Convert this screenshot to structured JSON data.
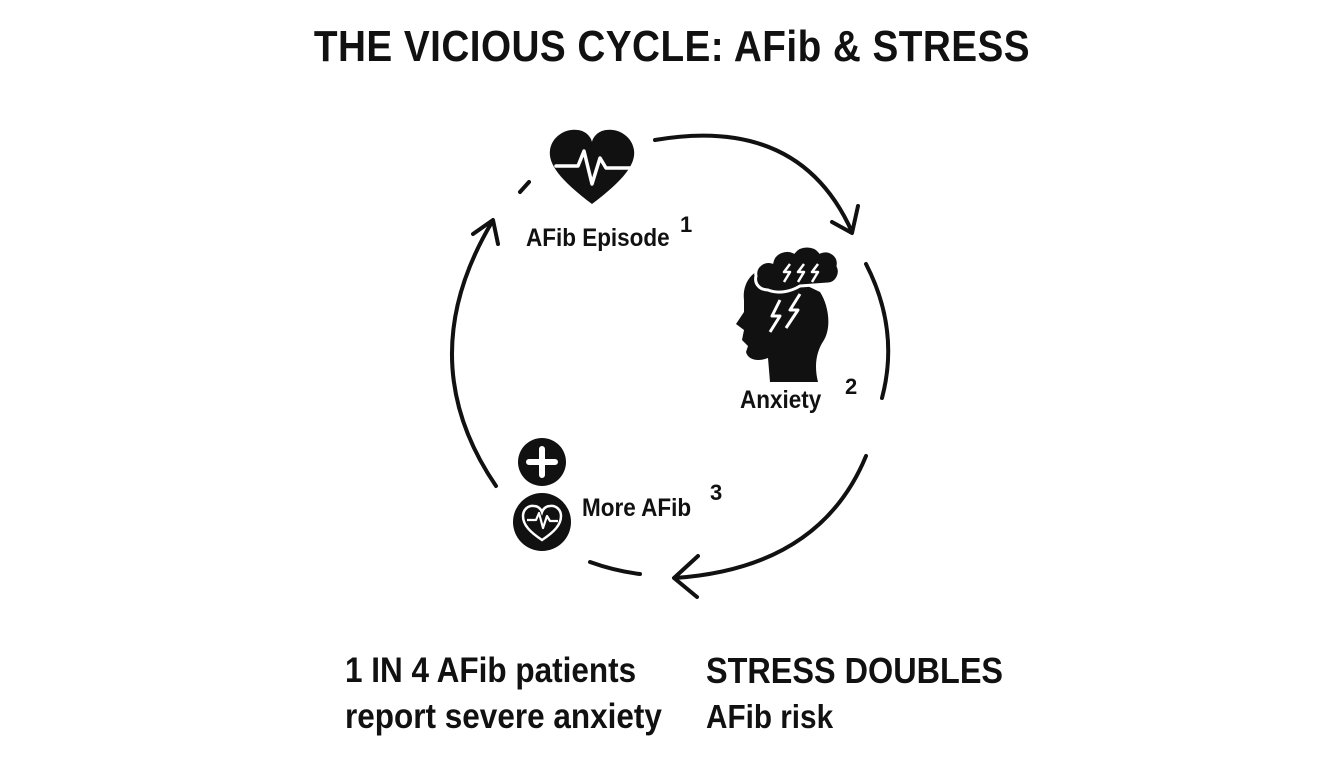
{
  "title": "THE VICIOUS CYCLE: AFib & STRESS",
  "nodes": [
    {
      "label": "AFib Episode",
      "number": "1",
      "icon": "heart-ecg-icon"
    },
    {
      "label": "Anxiety",
      "number": "2",
      "icon": "stressed-head-icon"
    },
    {
      "label": "More AFib",
      "number": "3",
      "icons": [
        "plus-circle-icon",
        "heart-ecg-circle-icon"
      ]
    }
  ],
  "stats": {
    "left": {
      "line1": "1 IN 4 AFib patients",
      "line2": "report severe anxiety"
    },
    "right": {
      "line1": "STRESS DOUBLES",
      "line2": "AFib risk"
    }
  },
  "colors": {
    "ink": "#111111",
    "background": "#ffffff"
  }
}
